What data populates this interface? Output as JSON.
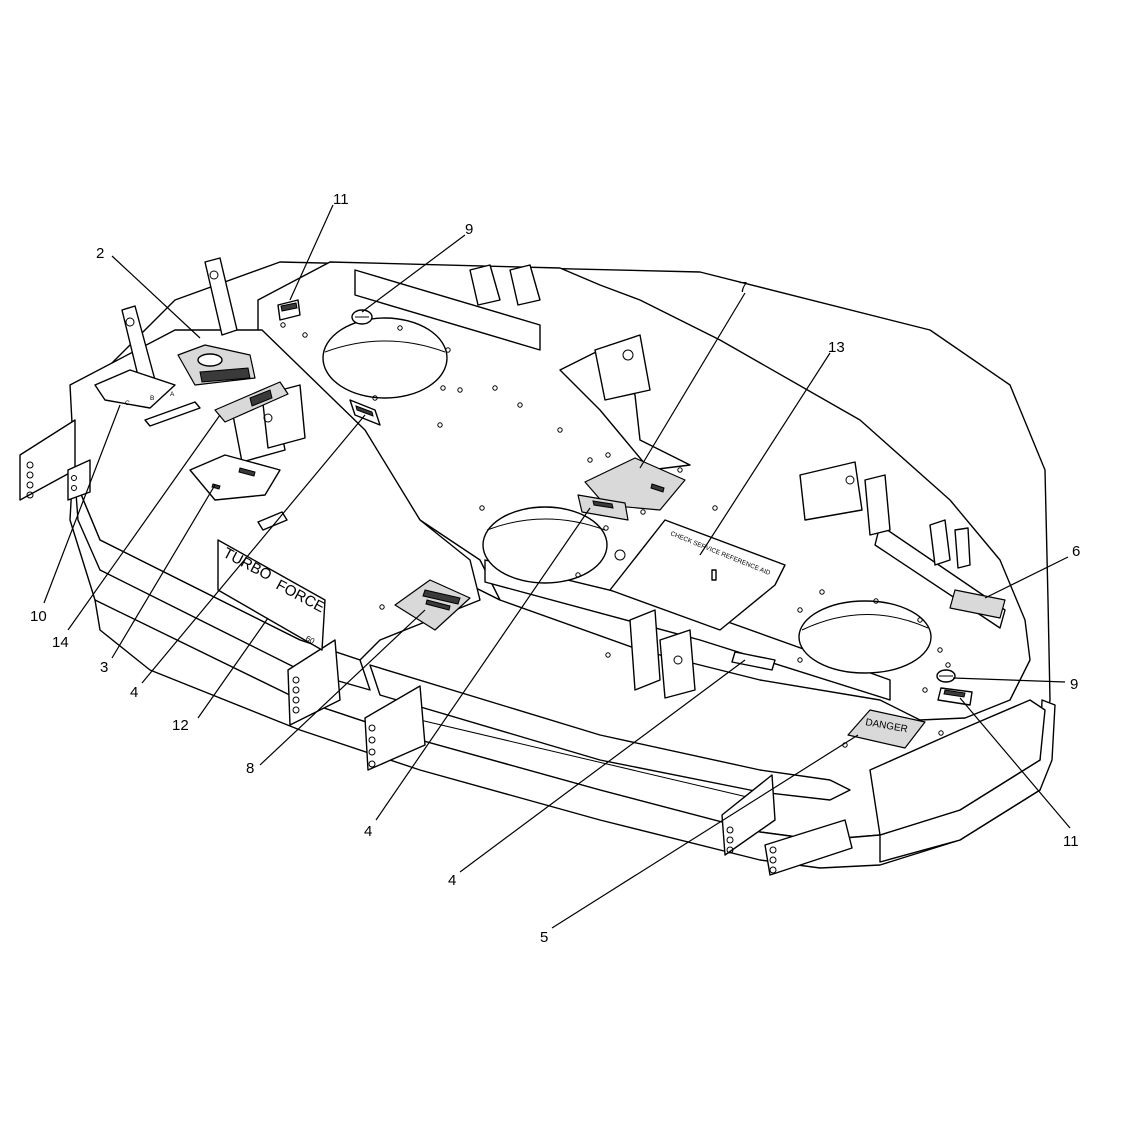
{
  "diagram": {
    "callouts": [
      {
        "id": "c2",
        "label": "2"
      },
      {
        "id": "c11a",
        "label": "11"
      },
      {
        "id": "c9a",
        "label": "9"
      },
      {
        "id": "c7",
        "label": "7"
      },
      {
        "id": "c13",
        "label": "13"
      },
      {
        "id": "c6",
        "label": "6"
      },
      {
        "id": "c9b",
        "label": "9"
      },
      {
        "id": "c11b",
        "label": "11"
      },
      {
        "id": "c10",
        "label": "10"
      },
      {
        "id": "c14",
        "label": "14"
      },
      {
        "id": "c3",
        "label": "3"
      },
      {
        "id": "c4a",
        "label": "4"
      },
      {
        "id": "c12",
        "label": "12"
      },
      {
        "id": "c8",
        "label": "8"
      },
      {
        "id": "c4b",
        "label": "4"
      },
      {
        "id": "c4c",
        "label": "4"
      },
      {
        "id": "c5",
        "label": "5"
      }
    ],
    "decals": {
      "danger": "DANGER",
      "check_service": "CHECK SERVICE REFERENCE AID",
      "brand_word1": "TURBO",
      "brand_word2": "FORCE",
      "brand_size": "60"
    }
  }
}
